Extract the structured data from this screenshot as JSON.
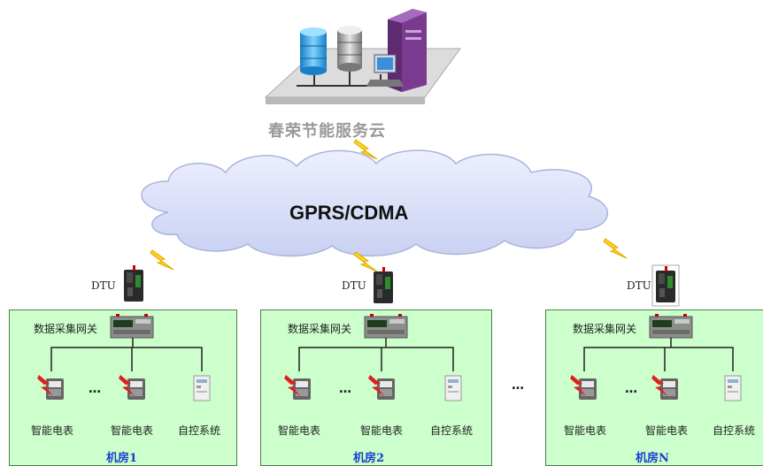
{
  "server": {
    "title": "春荣节能服务云"
  },
  "network": {
    "label": "GPRS/CDMA"
  },
  "rooms": [
    {
      "name": "机房1",
      "dtu_label": "DTU",
      "gateway_label": "数据采集网关",
      "meter1_label": "智能电表",
      "meter2_label": "智能电表",
      "control_label": "自控系统",
      "ellipsis": "…"
    },
    {
      "name": "机房2",
      "dtu_label": "DTU",
      "gateway_label": "数据采集网关",
      "meter1_label": "智能电表",
      "meter2_label": "智能电表",
      "control_label": "自控系统",
      "ellipsis": "…"
    },
    {
      "name": "机房N",
      "dtu_label": "DTU",
      "gateway_label": "数据采集网关",
      "meter1_label": "智能电表",
      "meter2_label": "智能电表",
      "control_label": "自控系统",
      "ellipsis": "…"
    }
  ],
  "between_rooms_ellipsis": "…",
  "colors": {
    "room_fill": "#ccffcc",
    "room_name": "#1a3fcc",
    "lightning": "#ffd700",
    "cloud": "#d6dcf8"
  }
}
